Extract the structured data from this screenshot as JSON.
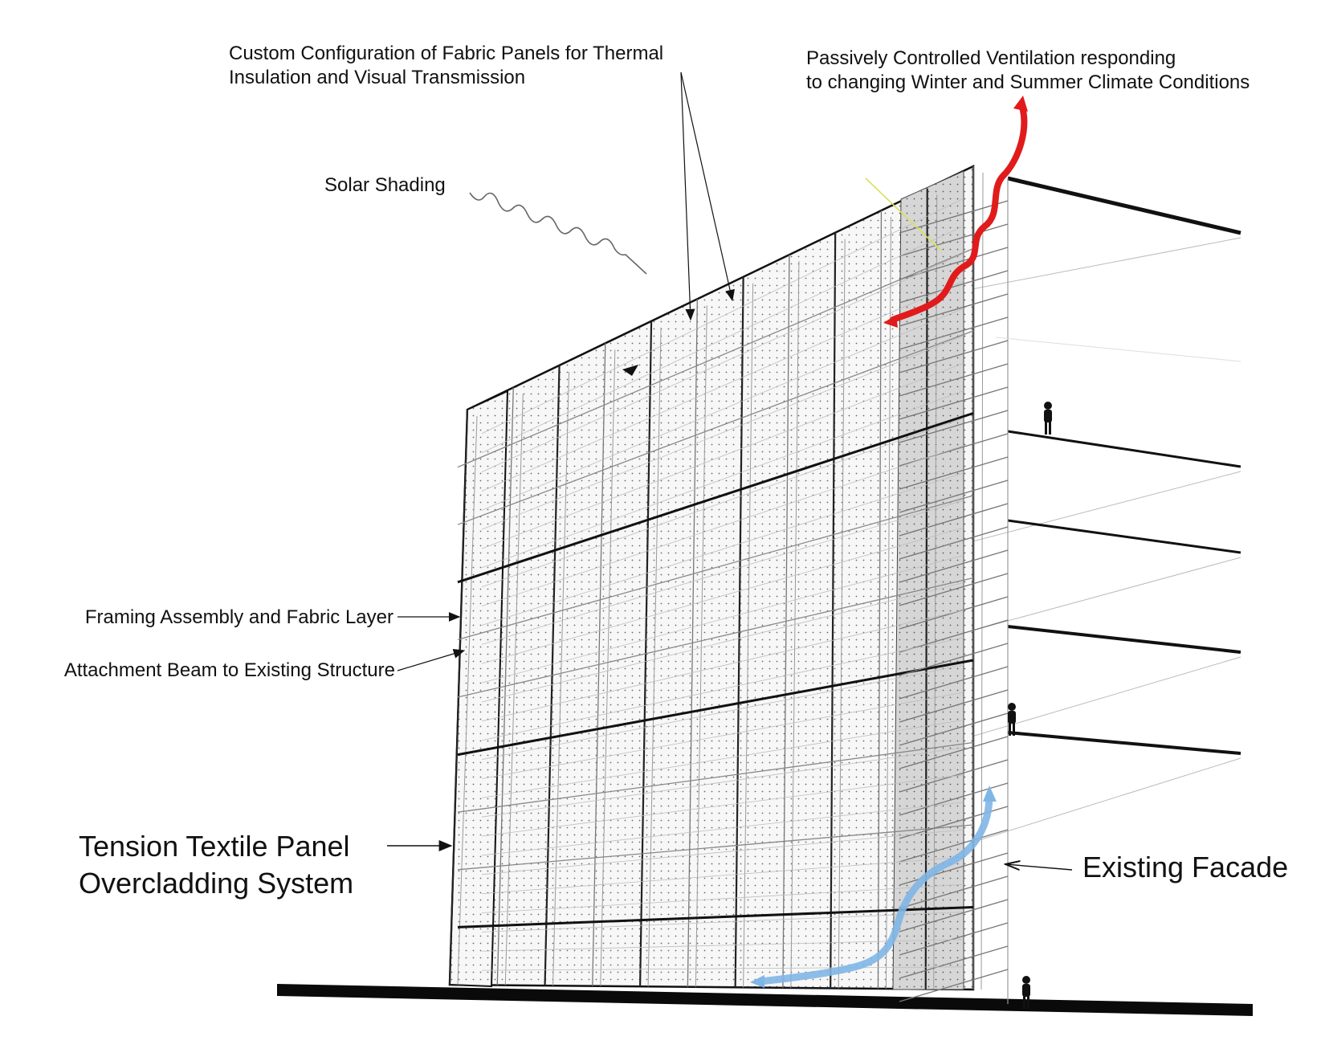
{
  "labels": {
    "fabric_panels": [
      "Custom Configuration of Fabric Panels for Thermal",
      "Insulation and Visual Transmission"
    ],
    "ventilation": [
      "Passively Controlled Ventilation responding",
      "to changing Winter and Summer Climate Conditions"
    ],
    "solar_shading": "Solar Shading",
    "framing_assembly": "Framing Assembly and Fabric Layer",
    "attachment_beam": "Attachment Beam to Existing Structure",
    "tension_textile": [
      "Tension Textile Panel",
      "Overcladding System"
    ],
    "existing_facade": "Existing Facade"
  },
  "colors": {
    "ink": "#111111",
    "fabric_panel": "#f6f6f6",
    "shaded_panel": "#d9d9d9",
    "frame": "#5a5a5a",
    "warm_air_arrow": "#e11b1b",
    "cool_air_arrow": "#7fb6e6",
    "solar_ray": "#d8e05a"
  },
  "icons": [
    "solar-ray-squiggle",
    "warm-air-arrow",
    "cool-air-arrow",
    "person-silhouette"
  ]
}
